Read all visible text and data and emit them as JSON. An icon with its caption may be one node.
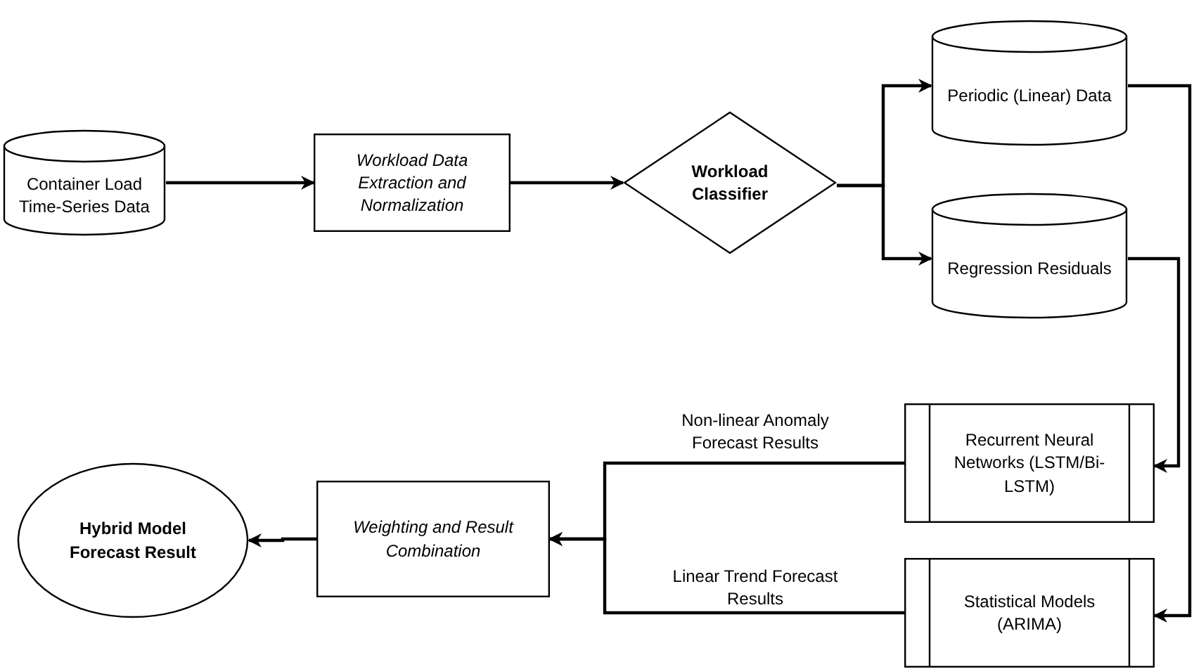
{
  "diagram": {
    "nodes": [
      {
        "text": [
          "Container Load Time-Series Data"
        ]
      },
      {
        "text": [
          "Workload Data Extraction and Normalization"
        ]
      },
      {
        "text": [
          "Workload Classifier"
        ]
      },
      {
        "text": [
          "Periodic (Linear) Data"
        ]
      },
      {
        "text": [
          "Regression Residuals"
        ]
      },
      {
        "text": [
          "Recurrent Neural Networks (LSTM/Bi-LSTM)"
        ]
      },
      {
        "text": [
          "Statistical Models (ARIMA)"
        ]
      },
      {
        "text": [
          "Weighting and Result Combination"
        ]
      },
      {
        "text": [
          "Hybrid Model Forecast Result"
        ]
      }
    ],
    "edges": [
      {
        "from": 0,
        "to": 1,
        "arrow": "to"
      },
      {
        "from": 1,
        "to": 2,
        "arrow": "to"
      },
      {
        "from": 2,
        "to": 3,
        "arrow": "to"
      },
      {
        "from": 2,
        "to": 4,
        "arrow": "to"
      },
      {
        "from": 3,
        "to": 6,
        "arrow": "to"
      },
      {
        "from": 4,
        "to": 5,
        "arrow": "to"
      },
      {
        "from": 5,
        "to": 7,
        "arrow": "to",
        "label": "Non-linear Anomaly Forecast Results"
      },
      {
        "from": 6,
        "to": 7,
        "arrow": "to",
        "label": "Linear Trend Forecast Results"
      },
      {
        "from": 7,
        "to": 8,
        "arrow": "to"
      }
    ]
  }
}
